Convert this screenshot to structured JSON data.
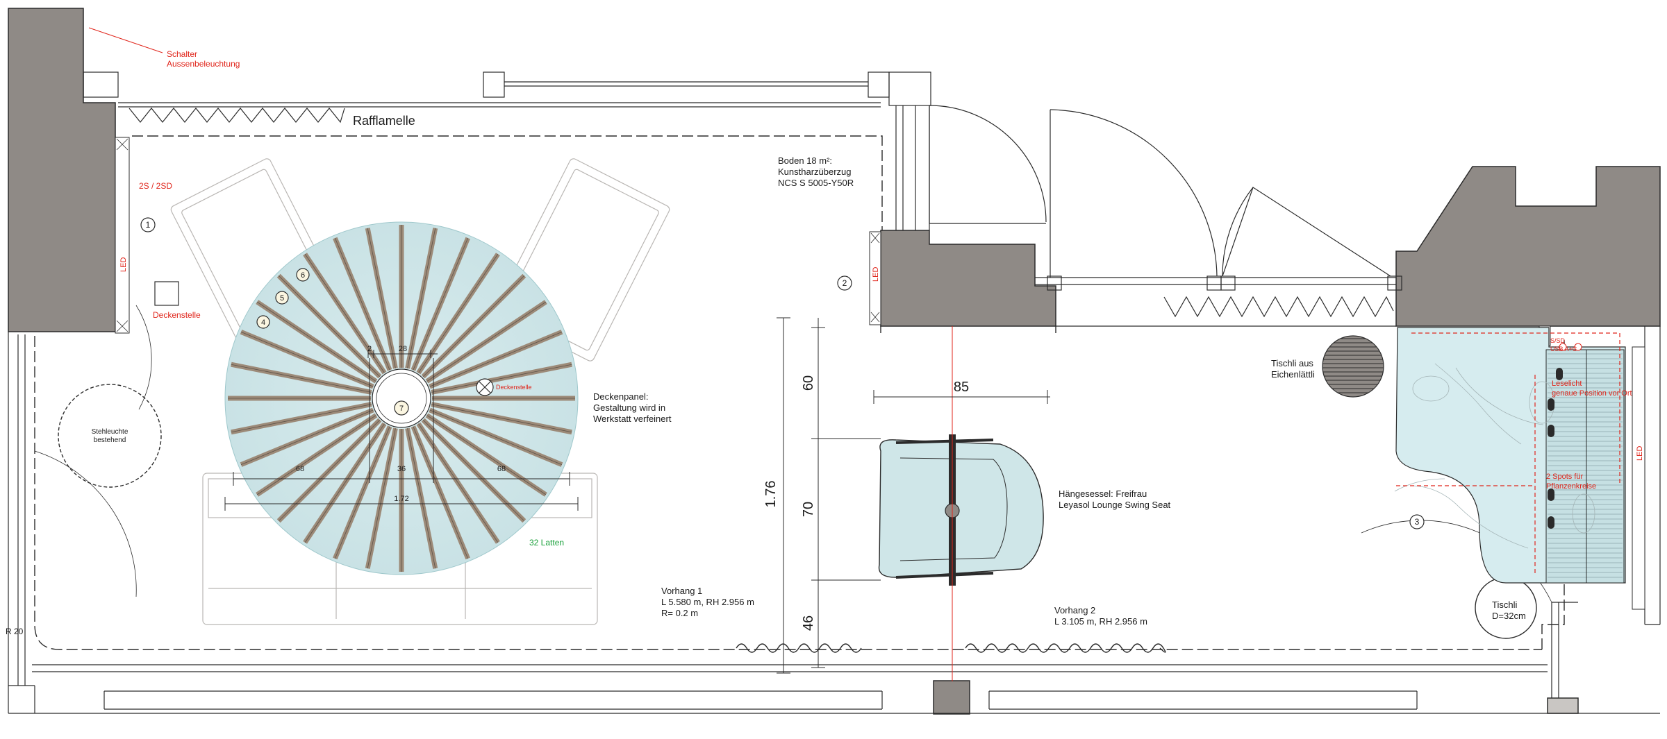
{
  "plan": {
    "labels": {
      "rafflamelle": "Rafflamelle",
      "schalter": "Schalter",
      "aussenbeleuchtung": "Aussenbeleuchtung",
      "two_s": "2S / 2SD",
      "led": "LED",
      "deckenstelle_left": "Deckenstelle",
      "deckenstelle_center": "Deckenstelle",
      "stehleuchte_1": "Stehleuchte",
      "stehleuchte_2": "bestehend",
      "r20": "R 20",
      "boden_1": "Boden 18 m²:",
      "boden_2": "Kunstharzüberzug",
      "boden_3": "NCS S 5005-Y50R",
      "deckenpanel_1": "Deckenpanel:",
      "deckenpanel_2": "Gestaltung wird in",
      "deckenpanel_3": "Werkstatt verfeinert",
      "latten": "32 Latten",
      "vorhang1_1": "Vorhang 1",
      "vorhang1_2": "L  5.580 m, RH 2.956 m",
      "vorhang1_3": "R= 0.2 m",
      "vorhang2_1": "Vorhang 2",
      "vorhang2_2": "L  3.105 m, RH 2.956 m",
      "haengesessel_1": "Hängesessel: Freifrau",
      "haengesessel_2": "Leyasol Lounge Swing Seat",
      "tischli_aus_1": "Tischli aus",
      "tischli_aus_2": "Eichenlättli",
      "tischli_1": "Tischli",
      "tischli_2": "D=32cm",
      "s_sd": "S/SD",
      "usb": "USB A+C",
      "leselicht_1": "Leselicht",
      "leselicht_2": "genaue Position vor Ort",
      "spots_1": "2 Spots für",
      "spots_2": "Pflanzenkreise"
    },
    "markers": [
      "1",
      "2",
      "3",
      "4",
      "5",
      "6",
      "7"
    ],
    "dimensions": {
      "d2": "2",
      "d28": "28",
      "d68_left": "68",
      "d36": "36",
      "d68_right": "68",
      "d172": "1.72",
      "d85": "85",
      "d176": "1.76",
      "d60": "60",
      "d70": "70",
      "d46": "46"
    },
    "colors": {
      "wall": "#8f8a86",
      "teal": "#cfe6e8",
      "slat": "#9c8a78",
      "red": "#e0251b",
      "green": "#19a03a",
      "line": "#2b2b2b"
    }
  }
}
